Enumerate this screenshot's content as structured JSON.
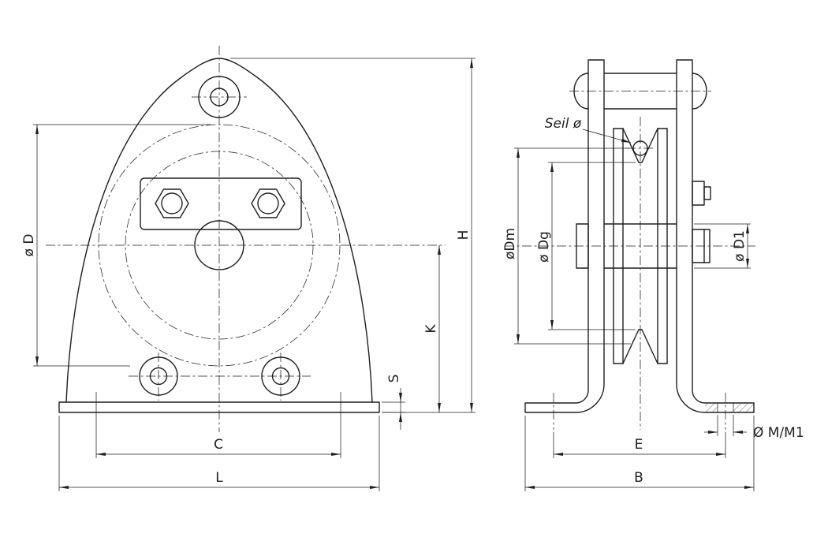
{
  "front_view": {
    "dim_d": "ø D",
    "dim_h": "H",
    "dim_k": "K",
    "dim_s": "S",
    "dim_c": "C",
    "dim_l": "L"
  },
  "side_view": {
    "rope_label": "Seil ø",
    "dim_dm": "øDm",
    "dim_dg": "ø Dg",
    "dim_d1": "ø D1",
    "dim_e": "E",
    "dim_b": "B",
    "dim_m": "Ø M/M1"
  },
  "colors": {
    "line": "#1f1f1f",
    "background": "#ffffff"
  }
}
